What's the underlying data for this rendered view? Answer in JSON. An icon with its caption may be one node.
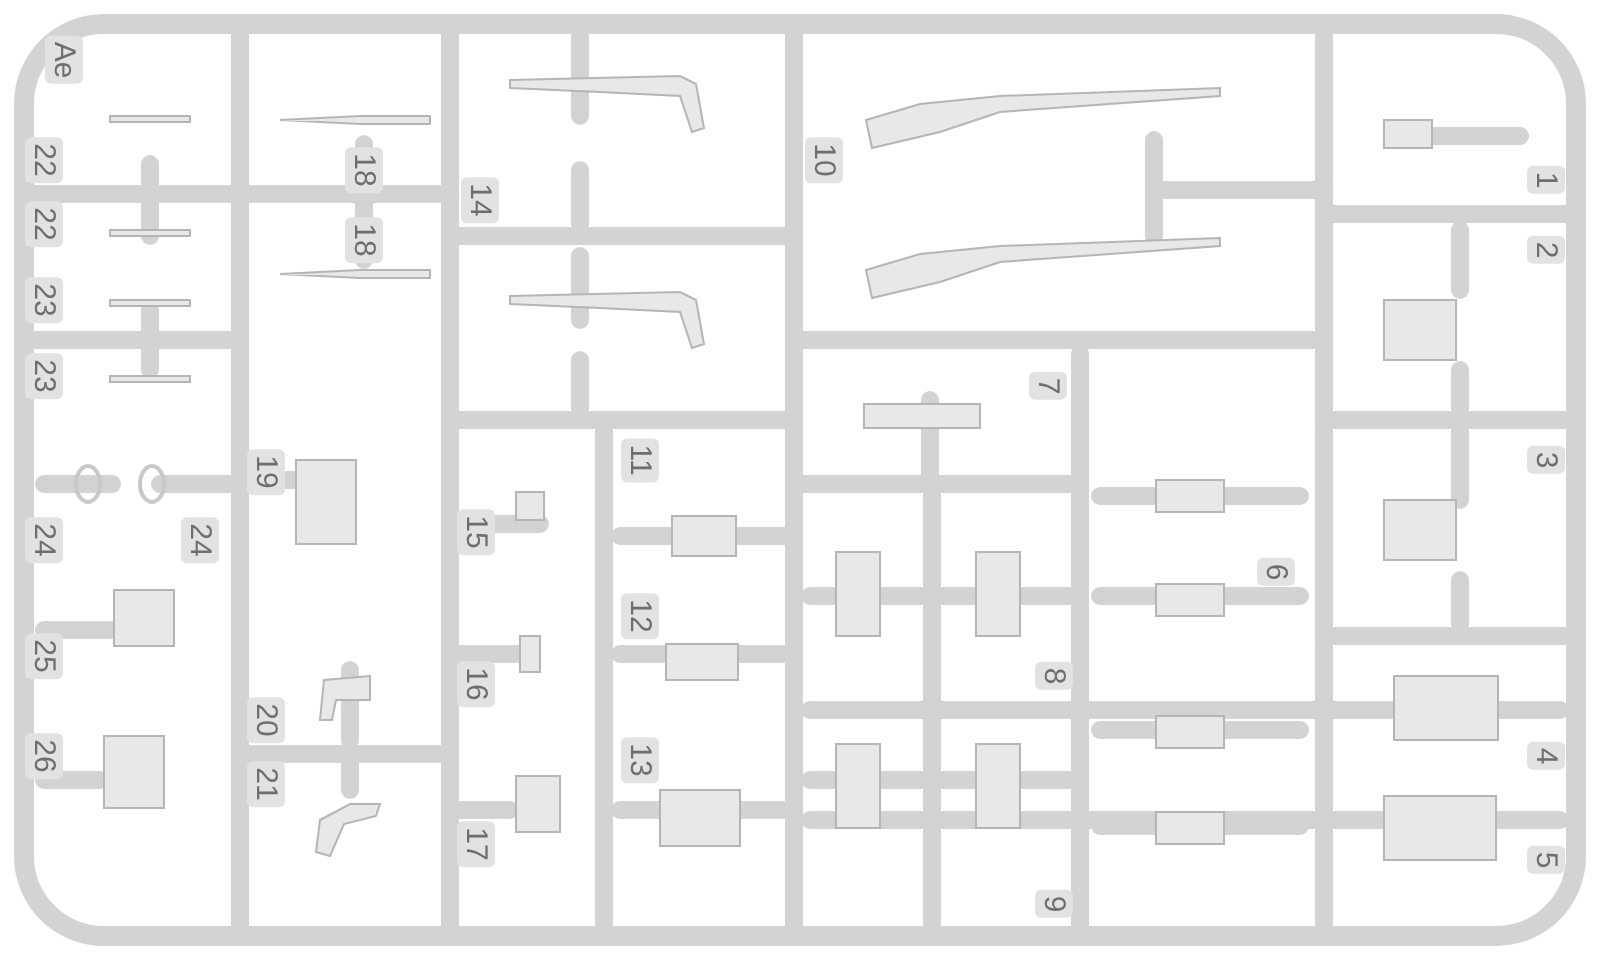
{
  "diagram": {
    "labels": [
      "Ae",
      "22",
      "18",
      "14",
      "10",
      "1",
      "22",
      "18",
      "2",
      "23",
      "23",
      "7",
      "19",
      "11",
      "3",
      "24",
      "24",
      "15",
      "12",
      "6",
      "25",
      "16",
      "8",
      "20",
      "13",
      "4",
      "26",
      "21",
      "17",
      "9",
      "5"
    ]
  }
}
